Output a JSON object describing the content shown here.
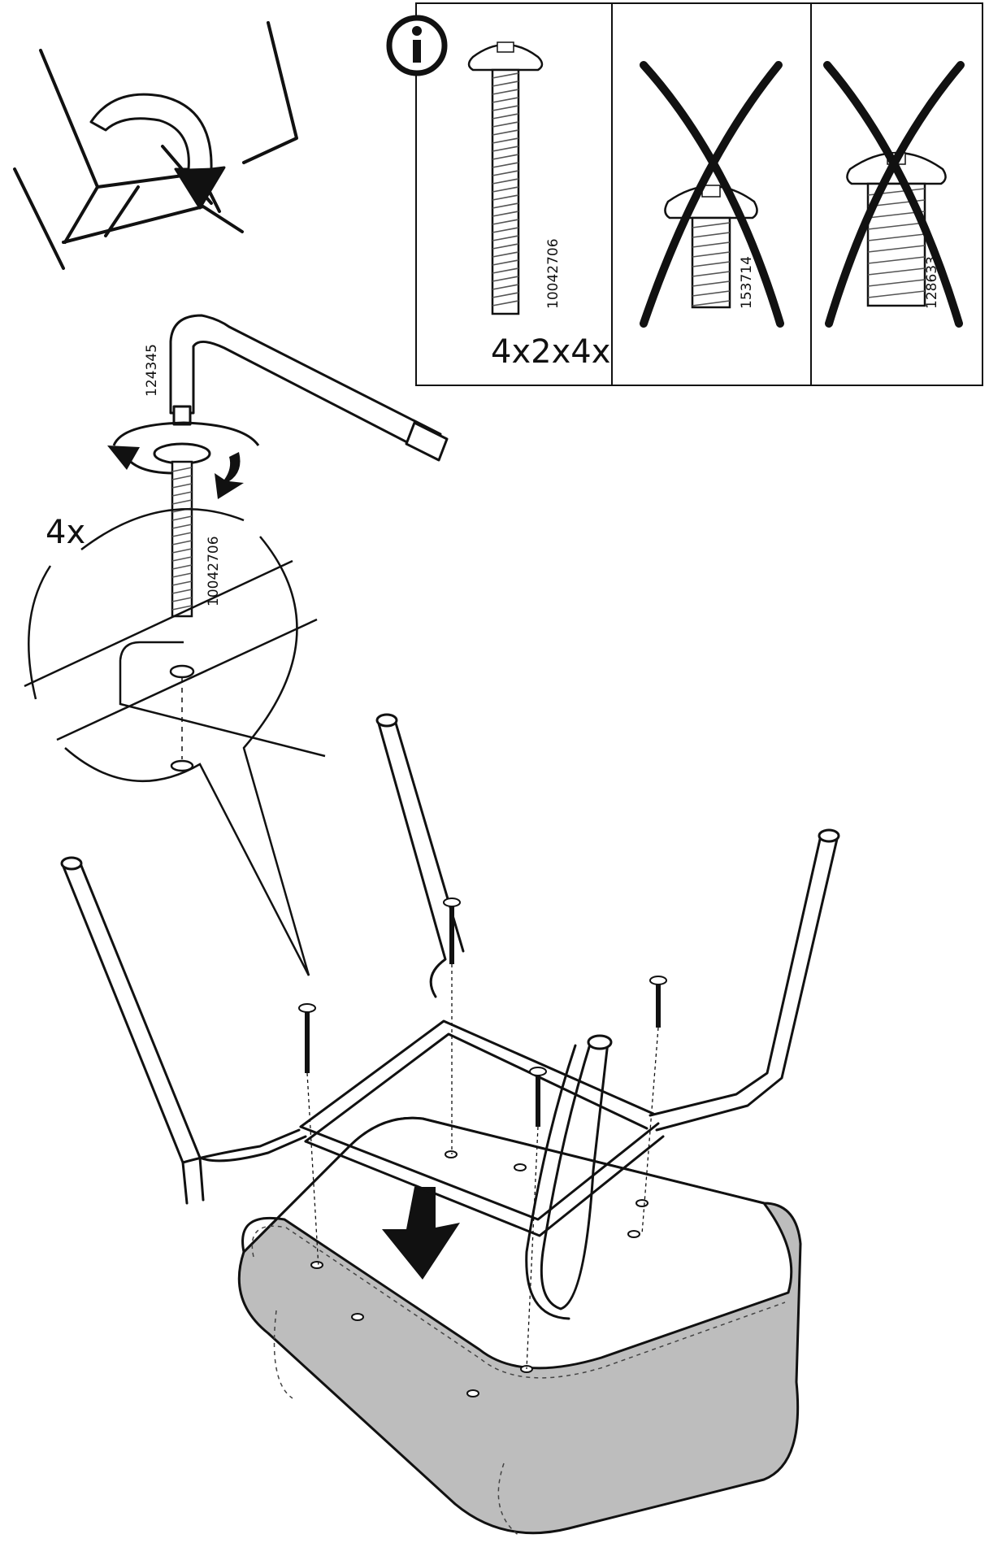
{
  "info_box": {
    "info_symbol": "i",
    "correct_screw": {
      "part_number": "10042706",
      "quantity_note": "4x2x4x"
    },
    "wrong_screws": [
      {
        "part_number": "153714"
      },
      {
        "part_number": "128633"
      }
    ]
  },
  "step": {
    "allen_key_part_number": "124345",
    "screw_part_number": "10042706",
    "quantity": "4x"
  },
  "icons": {
    "flip_arrow": "curved-flip-arrow-icon",
    "rotate_arrow": "rotation-arrow-icon",
    "press_arrow": "down-arrow-icon",
    "info": "info-icon",
    "reject_cross": "cross-out-icon"
  },
  "colors": {
    "line": "#111111",
    "cushion": "#bdbdbd",
    "background": "#ffffff"
  }
}
